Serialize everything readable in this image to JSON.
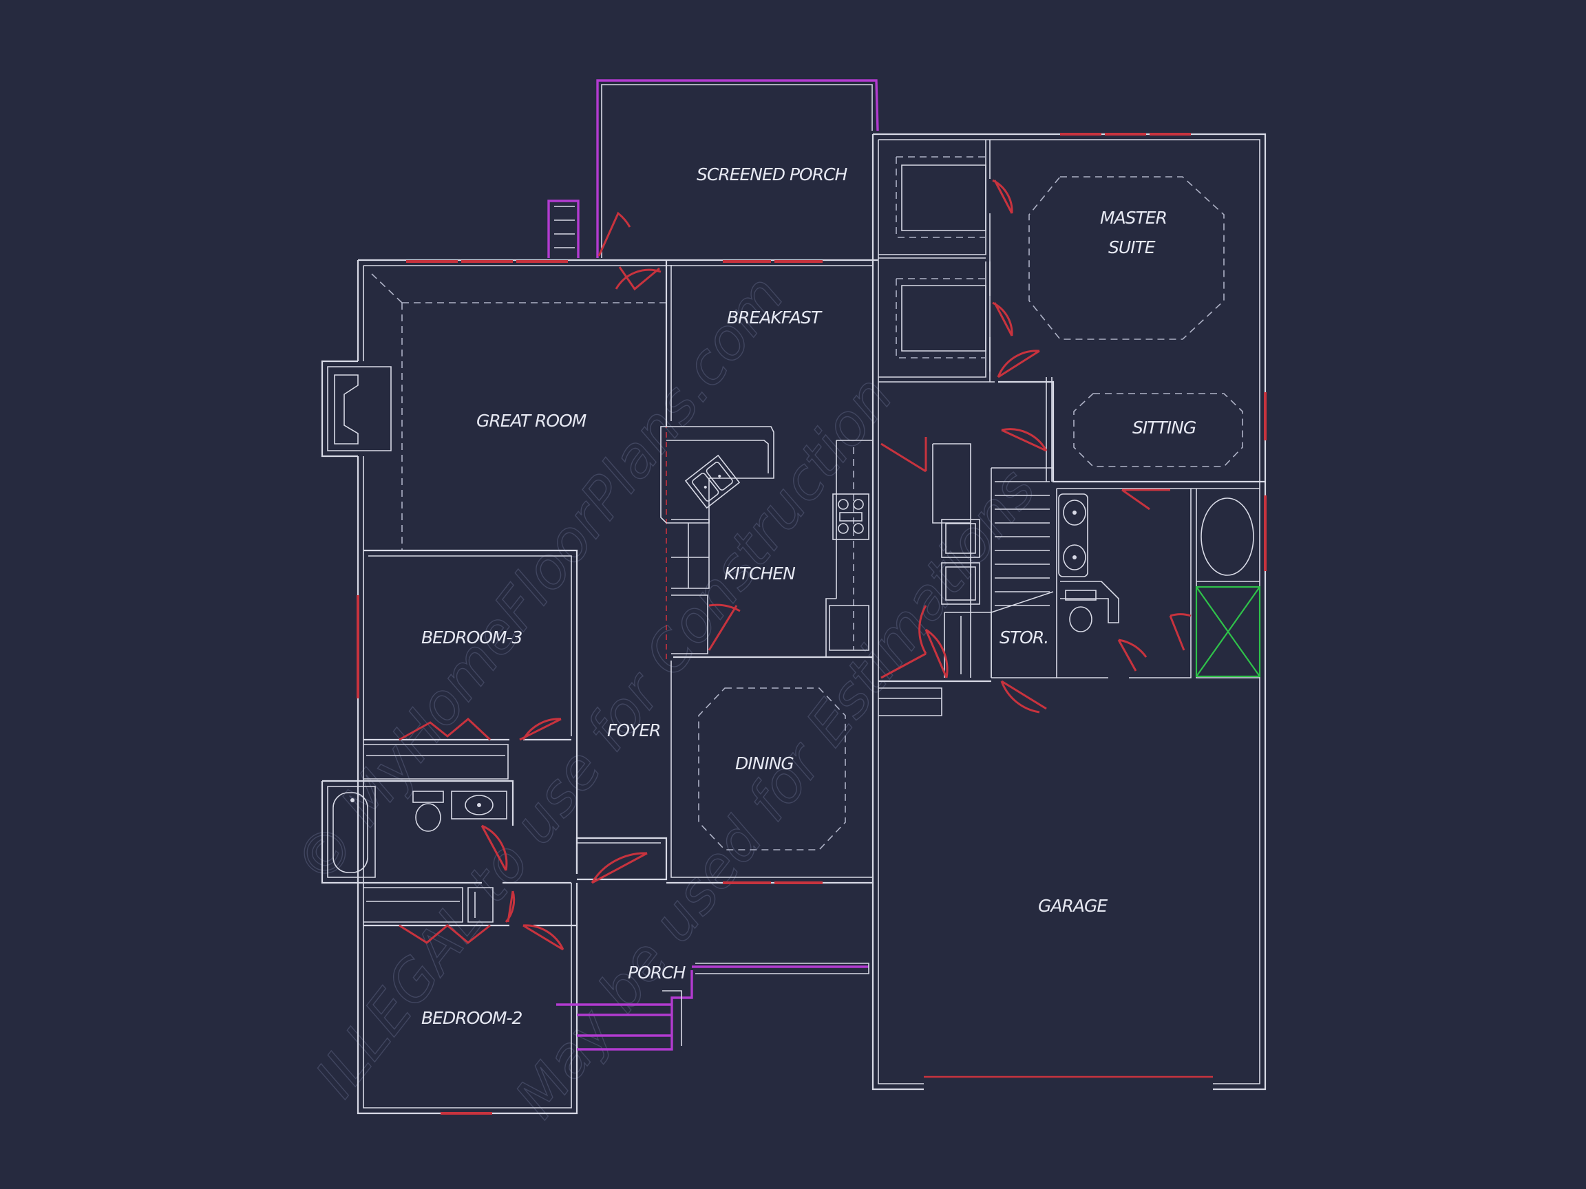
{
  "rooms": {
    "screened_porch": "SCREENED PORCH",
    "master_suite_1": "MASTER",
    "master_suite_2": "SUITE",
    "breakfast": "BREAKFAST",
    "great_room": "GREAT ROOM",
    "sitting": "SITTING",
    "kitchen": "KITCHEN",
    "bedroom_3": "BEDROOM-3",
    "stor": "STOR.",
    "foyer": "FOYER",
    "dining": "DINING",
    "garage": "GARAGE",
    "porch": "PORCH",
    "bedroom_2": "BEDROOM-2"
  },
  "watermark": {
    "line1": "© MyHomeFloorPlans.com",
    "line2": "ILLEGAL to use for Construction",
    "line3": "May be used for Estimations"
  },
  "colors": {
    "background": "#262a3f",
    "walls": "#d8dae6",
    "windows_doors": "#c8333e",
    "porch_outline": "#b23bd0",
    "shower": "#2fc24a"
  }
}
